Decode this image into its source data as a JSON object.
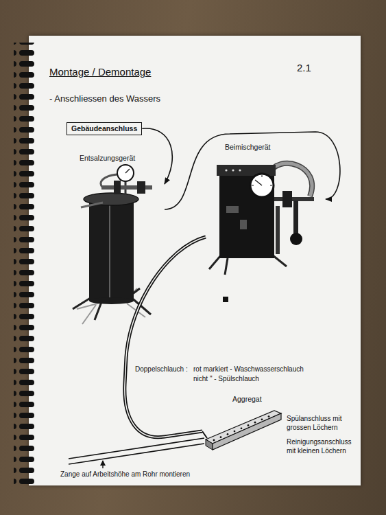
{
  "diagram": {
    "title": "Montage / Demontage",
    "nodes": [
      {
        "text": [
          "Gebäudeanschluss"
        ]
      },
      {
        "text": [
          "Entsalzungsgerät"
        ]
      },
      {
        "text": [
          "Beimischgerät"
        ]
      },
      {
        "text": [
          "Aggregat"
        ]
      }
    ],
    "edges": [
      {
        "from": 0,
        "to": 1,
        "arrow": "to"
      },
      {
        "from": 1,
        "to": 2,
        "arrow": "to"
      },
      {
        "from": 2,
        "to": 3,
        "arrow": "none"
      }
    ],
    "labels": [
      "2.1",
      "- Anschliessen des Wassers",
      "Doppelschlauch :",
      "rot markiert - Waschwasserschlauch",
      "nicht \" - Spülschlauch",
      "Spülanschluss mit grossen Löchern",
      "Reinigungsanschluss mit kleinen Löchern",
      "Zange auf Arbeitshöhe am Rohr montieren"
    ]
  }
}
